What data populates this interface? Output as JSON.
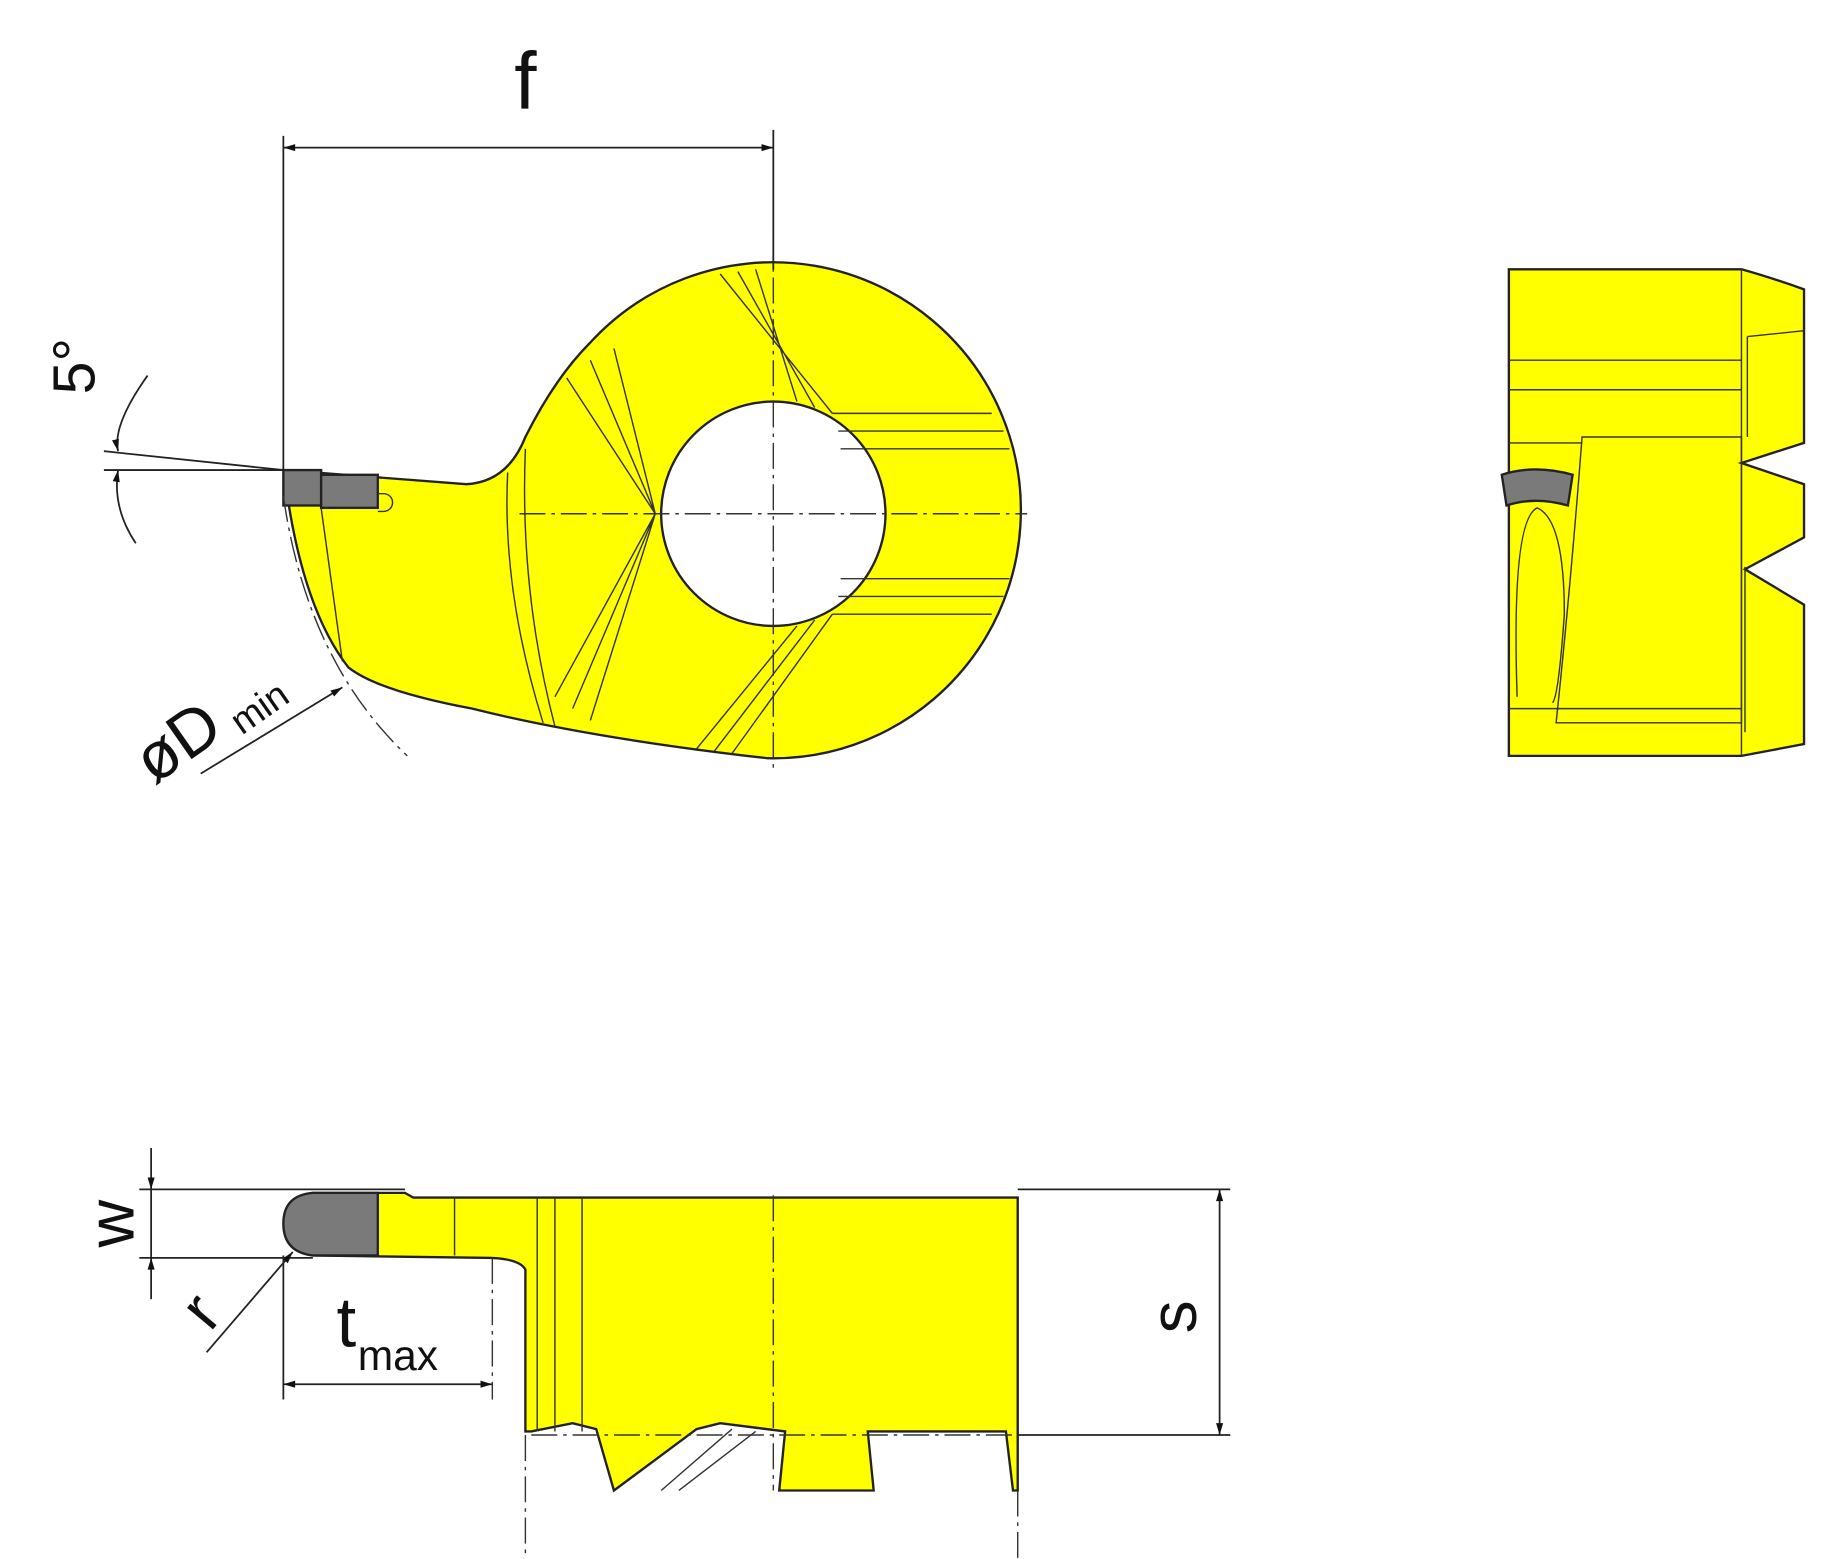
{
  "dimensions": {
    "f": "f",
    "angle": "5°",
    "dmin_main": "øD",
    "dmin_sub": "min",
    "w": "w",
    "r": "r",
    "tmax_main": "t",
    "tmax_sub": "max",
    "s": "s"
  },
  "colors": {
    "insert": "#ffff00",
    "cutting_edge": "#7a7a7a"
  }
}
